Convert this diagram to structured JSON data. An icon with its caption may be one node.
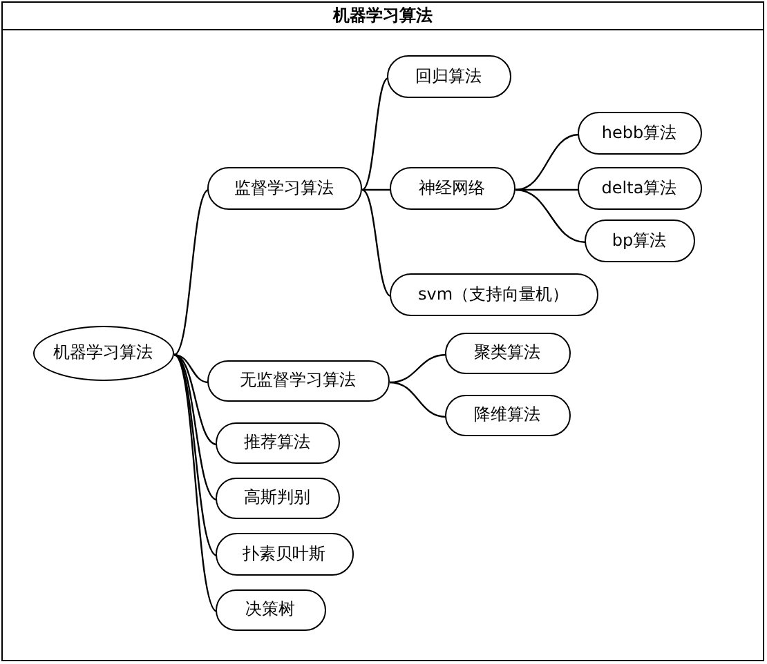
{
  "diagram": {
    "nodes": [
      {
        "text": [
          "机器学习算法"
        ]
      },
      {
        "text": [
          "机器学习算法"
        ],
        "in": 0
      },
      {
        "text": [
          "监督学习算法"
        ],
        "in": 0
      },
      {
        "text": [
          "回归算法"
        ],
        "in": 0
      },
      {
        "text": [
          "神经网络"
        ],
        "in": 0
      },
      {
        "text": [
          "hebb算法"
        ],
        "in": 0
      },
      {
        "text": [
          "delta算法"
        ],
        "in": 0
      },
      {
        "text": [
          "bp算法"
        ],
        "in": 0
      },
      {
        "text": [
          "svm（支持向量机）"
        ],
        "in": 0
      },
      {
        "text": [
          "无监督学习算法"
        ],
        "in": 0
      },
      {
        "text": [
          "聚类算法"
        ],
        "in": 0
      },
      {
        "text": [
          "降维算法"
        ],
        "in": 0
      },
      {
        "text": [
          "推荐算法"
        ],
        "in": 0
      },
      {
        "text": [
          "高斯判别"
        ],
        "in": 0
      },
      {
        "text": [
          "扑素贝叶斯"
        ],
        "in": 0
      },
      {
        "text": [
          "决策树"
        ],
        "in": 0
      }
    ],
    "edges": [
      {
        "from": 1,
        "to": 2,
        "arrow": "none"
      },
      {
        "from": 2,
        "to": 3,
        "arrow": "none"
      },
      {
        "from": 2,
        "to": 4,
        "arrow": "none"
      },
      {
        "from": 4,
        "to": 5,
        "arrow": "none"
      },
      {
        "from": 4,
        "to": 6,
        "arrow": "none"
      },
      {
        "from": 4,
        "to": 7,
        "arrow": "none"
      },
      {
        "from": 2,
        "to": 8,
        "arrow": "none"
      },
      {
        "from": 1,
        "to": 9,
        "arrow": "none"
      },
      {
        "from": 9,
        "to": 10,
        "arrow": "none"
      },
      {
        "from": 9,
        "to": 11,
        "arrow": "none"
      },
      {
        "from": 1,
        "to": 12,
        "arrow": "none"
      },
      {
        "from": 1,
        "to": 13,
        "arrow": "none"
      },
      {
        "from": 1,
        "to": 14,
        "arrow": "none"
      },
      {
        "from": 1,
        "to": 15,
        "arrow": "none"
      }
    ]
  }
}
